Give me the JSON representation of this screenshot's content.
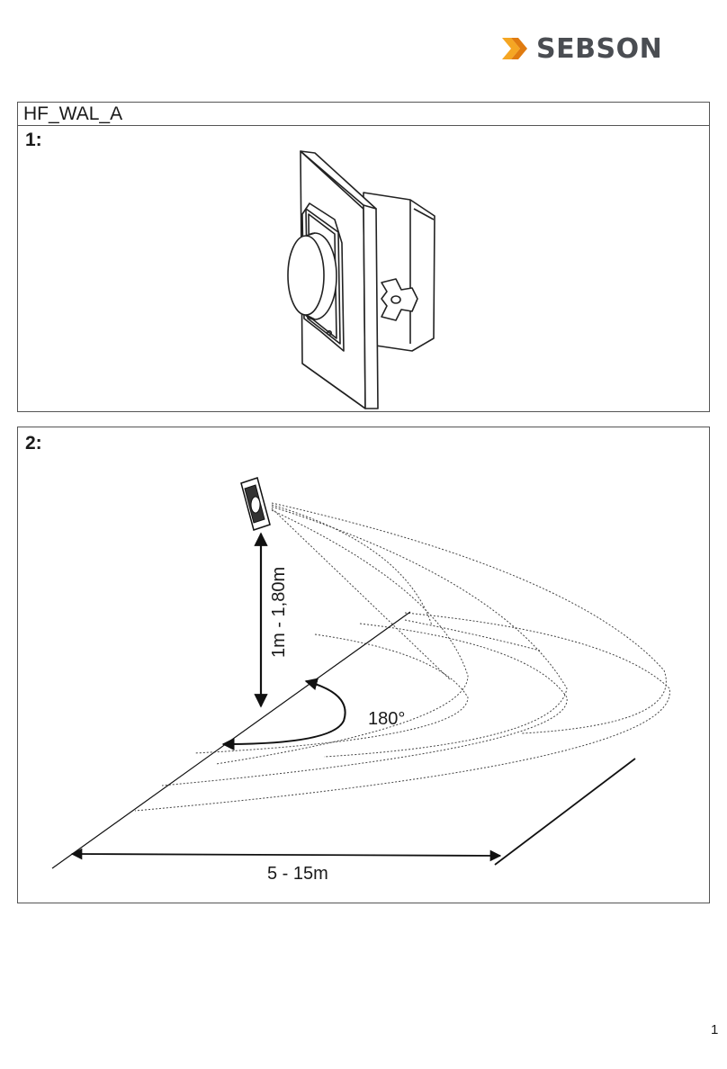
{
  "brand": {
    "name": "SEBSON",
    "colors": {
      "chevron_light": "#f5a623",
      "chevron_dark": "#e07b10",
      "text": "#4a4d52"
    }
  },
  "document": {
    "title": "HF_WAL_A"
  },
  "steps": [
    {
      "label": "1:"
    },
    {
      "label": "2:",
      "height_label": "1m - 1,80m",
      "angle_label": "180°",
      "range_label": "5 - 15m"
    }
  ],
  "page_number": "1"
}
